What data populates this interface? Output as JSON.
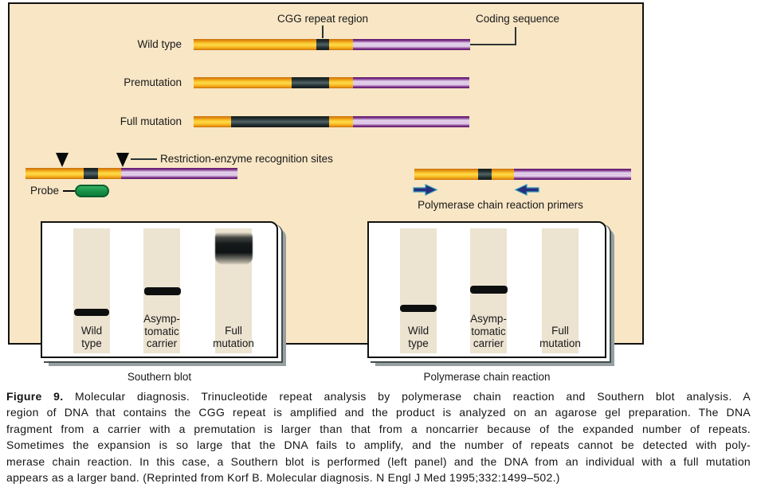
{
  "diagram": {
    "cgg_label": "CGG repeat region",
    "coding_label": "Coding sequence",
    "rows": {
      "wild": "Wild type",
      "premutation": "Premutation",
      "full": "Full mutation"
    },
    "restriction_label": "Restriction-enzyme recognition sites",
    "probe_label": "Probe",
    "primers_label": "Polymerase chain reaction primers"
  },
  "panels": {
    "southern": {
      "title": "Southern blot",
      "lanes": [
        [
          "Wild",
          "type"
        ],
        [
          "Asymp-",
          "tomatic",
          "carrier"
        ],
        [
          "Full",
          "mutation"
        ]
      ]
    },
    "pcr": {
      "title": "Polymerase chain reaction",
      "lanes": [
        [
          "Wild",
          "type"
        ],
        [
          "Asymp-",
          "tomatic",
          "carrier"
        ],
        [
          "Full",
          "mutation"
        ]
      ]
    }
  },
  "caption": {
    "heading": "Figure 9.",
    "lines": [
      "Molecular diagnosis. Trinucleotide repeat analysis by polymerase chain reaction and Southern blot analysis. A",
      "region of DNA that contains the CGG repeat is amplified and the product is analyzed on an agarose gel preparation. The DNA",
      "fragment from a carrier with a premutation is larger than that from a noncarrier because of the expanded number of repeats.",
      "Sometimes the expansion is so large that the DNA fails to amplify, and the number of repeats cannot be detected with poly-",
      "merase chain reaction. In this case, a Southern blot is performed (left panel) and the DNA from an individual with a full mutation",
      "appears as a larger band. (Reprinted from Korf B. Molecular diagnosis. N Engl J Med 1995;332:1499–502.)"
    ]
  },
  "colors": {
    "background": "#f8e6c5",
    "bar_orange": "#f2a513",
    "bar_yellow": "#fcd23c",
    "cgg_dark": "#27393b",
    "coding_purple": "#7b2c86",
    "coding_lavender": "#e7dbee",
    "probe_green": "#1b9b49",
    "primer_navy": "#272e7d",
    "primer_teal": "#2e9ab8",
    "band_black": "#0d0f0f",
    "lane_beige": "#ece3d1",
    "shadow_gray": "#96a0a0"
  }
}
